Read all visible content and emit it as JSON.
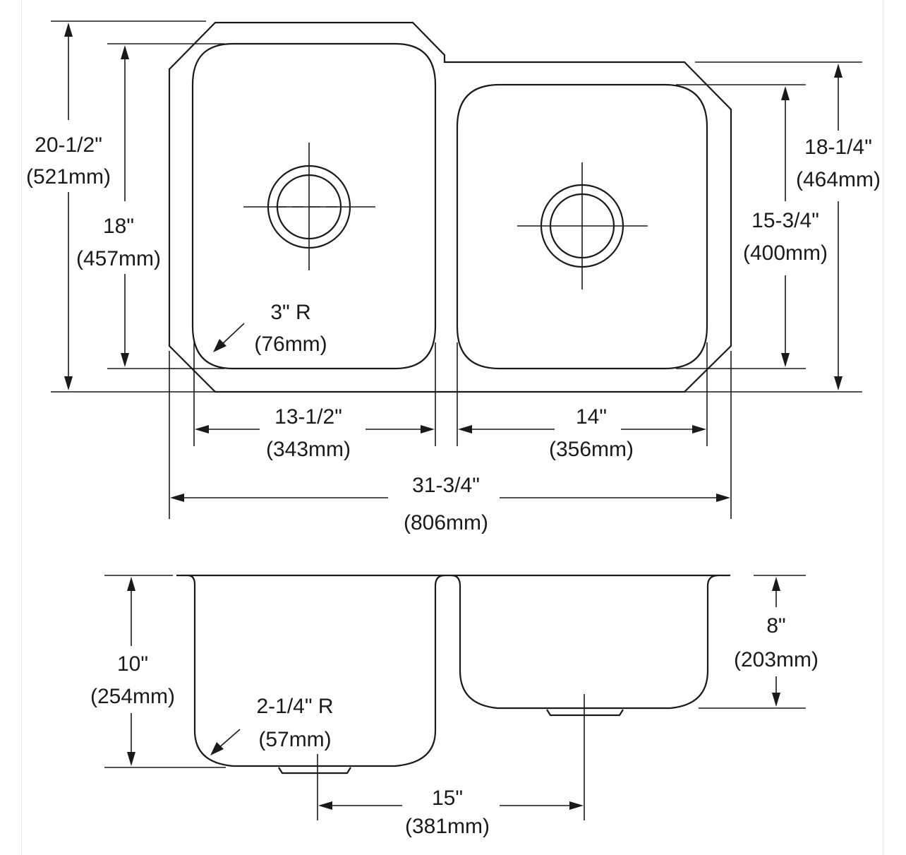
{
  "top_view": {
    "overall_depth": {
      "imperial": "20-1/2\"",
      "metric": "(521mm)"
    },
    "left_bowl_depth": {
      "imperial": "18\"",
      "metric": "(457mm)"
    },
    "right_overall_depth": {
      "imperial": "18-1/4\"",
      "metric": "(464mm)"
    },
    "right_bowl_depth": {
      "imperial": "15-3/4\"",
      "metric": "(400mm)"
    },
    "corner_radius": {
      "imperial": "3\" R",
      "metric": "(76mm)"
    },
    "left_bowl_width": {
      "imperial": "13-1/2\"",
      "metric": "(343mm)"
    },
    "right_bowl_width": {
      "imperial": "14\"",
      "metric": "(356mm)"
    },
    "overall_width": {
      "imperial": "31-3/4\"",
      "metric": "(806mm)"
    }
  },
  "side_view": {
    "left_bowl_height": {
      "imperial": "10\"",
      "metric": "(254mm)"
    },
    "right_bowl_height": {
      "imperial": "8\"",
      "metric": "(203mm)"
    },
    "bottom_radius": {
      "imperial": "2-1/4\" R",
      "metric": "(57mm)"
    },
    "drain_spacing": {
      "imperial": "15\"",
      "metric": "(381mm)"
    }
  }
}
